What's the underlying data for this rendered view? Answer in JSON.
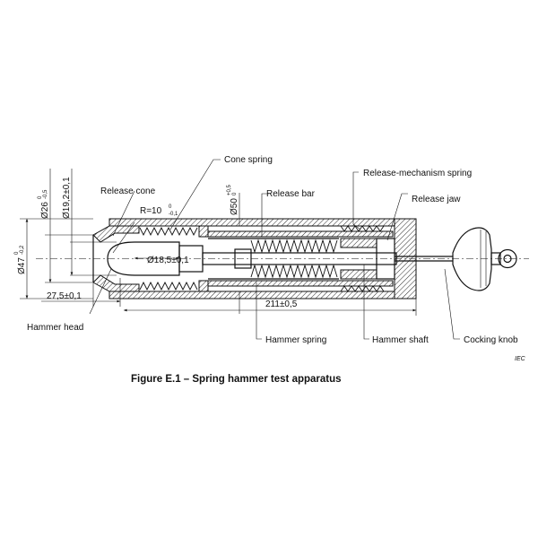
{
  "labels": {
    "cone_spring": "Cone spring",
    "release_mechanism_spring": "Release-mechanism spring",
    "release_cone": "Release cone",
    "release_bar": "Release bar",
    "release_jaw": "Release jaw",
    "hammer_head": "Hammer head",
    "hammer_spring": "Hammer spring",
    "hammer_shaft": "Hammer shaft",
    "cocking_knob": "Cocking knob"
  },
  "dimensions": {
    "d26": "Ø26",
    "d26_tol_upper": "0",
    "d26_tol_lower": "-0,5",
    "d19_2": "Ø19,2±0,1",
    "d50": "Ø50",
    "d50_tol_upper": "+0,5",
    "d50_tol_lower": "0",
    "d47": "Ø47",
    "d47_tol_upper": "0",
    "d47_tol_lower": "-0,2",
    "radius": "R=10",
    "radius_tol_upper": "0",
    "radius_tol_lower": "-0,1",
    "d18_5": "Ø18,5±0,1",
    "len_27_5": "27,5±0,1",
    "len_211": "211±0,5"
  },
  "caption": "Figure E.1 – Spring hammer test apparatus",
  "watermark": "IEC"
}
